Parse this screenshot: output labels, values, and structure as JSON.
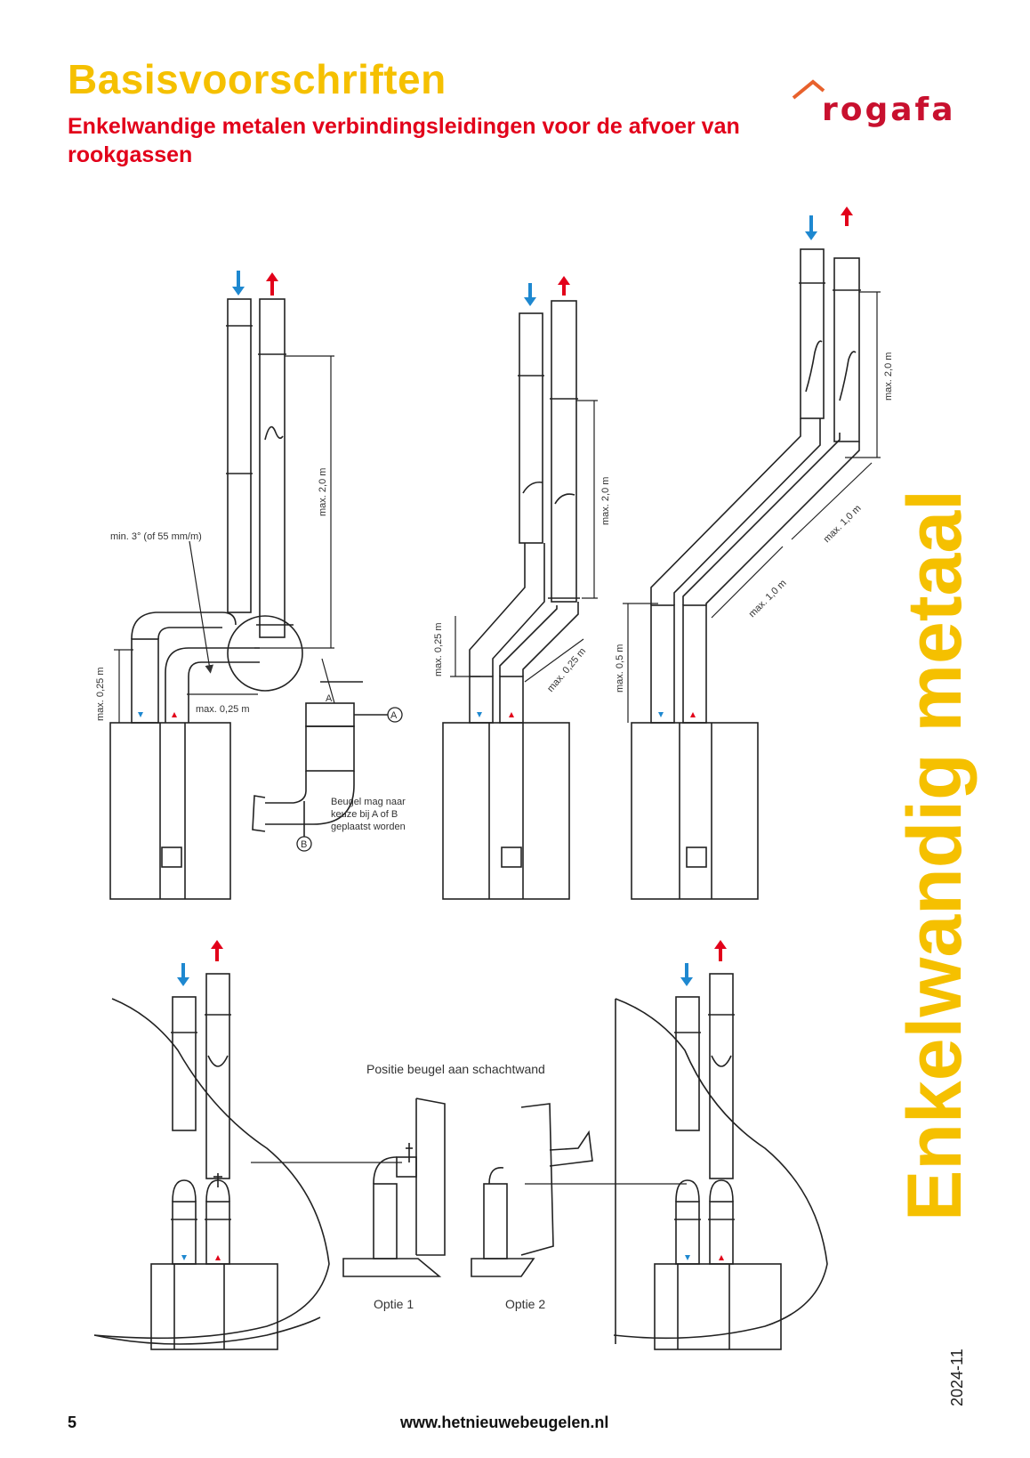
{
  "header": {
    "title": "Basisvoorschriften",
    "subtitle": "Enkelwandige metalen verbindingsleidingen voor de afvoer van rookgassen"
  },
  "logo": {
    "text": "rogafa"
  },
  "side_title": "Enkelwandig metaal",
  "date_code": "2024-11",
  "footer": {
    "page_number": "5",
    "url": "www.hetnieuwebeugelen.nl"
  },
  "diagram_labels": {
    "d1": {
      "slope": "min. 3° (of 55 mm/m)",
      "max_vertical": "max. 2,0 m",
      "max_base": "max. 0,25 m",
      "max_offset": "max. 0,25 m"
    },
    "bracket_detail": {
      "point_a": "A",
      "point_b": "B",
      "note_line1": "Beugel mag naar",
      "note_line2": "keuze bij A of B",
      "note_line3": "geplaatst worden"
    },
    "d2": {
      "max_base": "max. 0,25 m",
      "max_vertical": "max. 2,0 m",
      "max_diag": "max. 0,25 m"
    },
    "d3": {
      "max_base": "max. 0,5 m",
      "max_vertical": "max. 2,0 m",
      "max_diag1": "max. 1,0 m",
      "max_diag2": "max. 1,0 m"
    },
    "shaft": {
      "caption": "Positie beugel aan schachtwand",
      "option1": "Optie 1",
      "option2": "Optie 2"
    }
  },
  "colors": {
    "title_yellow": "#f5c000",
    "subtitle_red": "#e2001a",
    "arrow_blue": "#1e88d0",
    "arrow_red": "#e2001a",
    "logo_red": "#c8102e",
    "logo_orange": "#e8612c"
  }
}
